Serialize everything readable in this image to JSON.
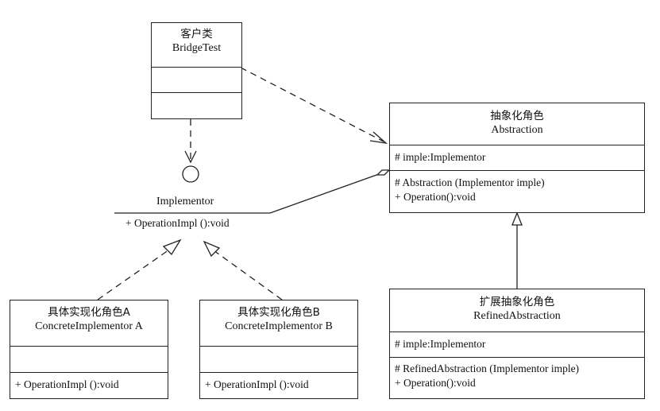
{
  "client": {
    "title_cn": "客户类",
    "title_en": "BridgeTest"
  },
  "abstraction": {
    "title_cn": "抽象化角色",
    "title_en": "Abstraction",
    "attribute": "# imple:Implementor",
    "methods": [
      "# Abstraction (Implementor imple)",
      "+ Operation():void"
    ]
  },
  "implementor": {
    "name": "Implementor",
    "operation": "+ OperationImpl ():void"
  },
  "concrete_a": {
    "title_cn": "具体实现化角色A",
    "title_en": "ConcreteImplementor A",
    "method": "+ OperationImpl ():void"
  },
  "concrete_b": {
    "title_cn": "具体实现化角色B",
    "title_en": "ConcreteImplementor B",
    "method": "+ OperationImpl ():void"
  },
  "refined": {
    "title_cn": "扩展抽象化角色",
    "title_en": "RefinedAbstraction",
    "attribute": "# imple:Implementor",
    "methods": [
      "# RefinedAbstraction (Implementor imple)",
      "+ Operation():void"
    ]
  }
}
